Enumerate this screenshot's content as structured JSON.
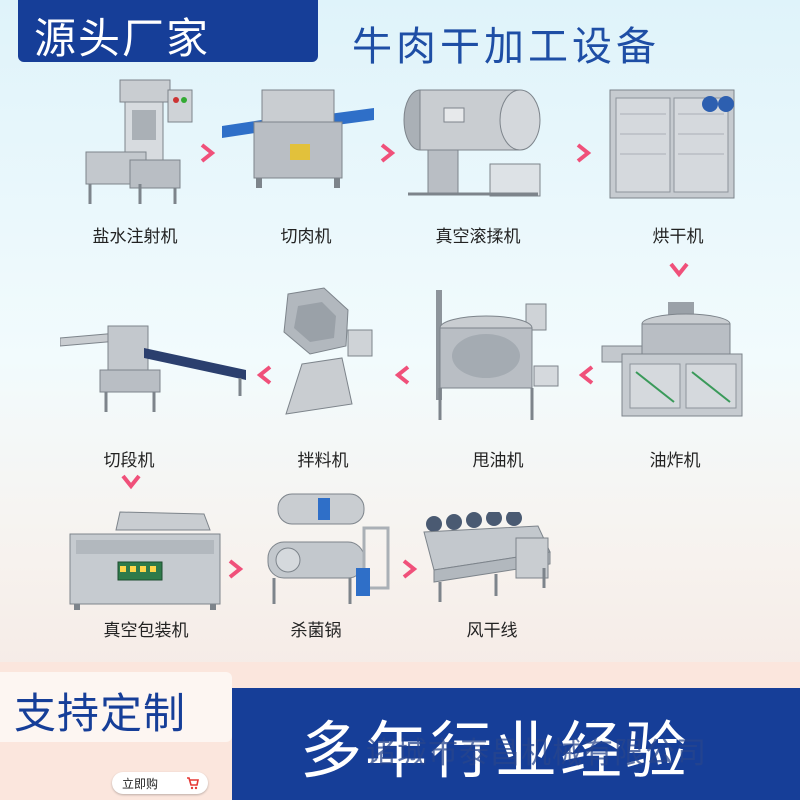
{
  "header": {
    "badge": "源头厂家",
    "title": "牛肉干加工设备"
  },
  "machines": [
    {
      "name": "盐水注射机"
    },
    {
      "name": "切肉机"
    },
    {
      "name": "真空滚揉机"
    },
    {
      "name": "烘干机"
    },
    {
      "name": "油炸机"
    },
    {
      "name": "甩油机"
    },
    {
      "name": "拌料机"
    },
    {
      "name": "切段机"
    },
    {
      "name": "真空包装机"
    },
    {
      "name": "杀菌锅"
    },
    {
      "name": "风干线"
    }
  ],
  "colors": {
    "brand_blue": "#163e98",
    "arrow_pink": "#f0507a",
    "steel": "#b9bec4",
    "band": "#fbe6dd"
  },
  "icons": {
    "flow_arrow": "chevron-arrow-icon",
    "cart": "cart-icon"
  },
  "footer": {
    "custom": "支持定制",
    "slogan": "多年行业经验",
    "watermark": "诸城市泰昌机械有限公司",
    "buy_label": "立即购"
  }
}
